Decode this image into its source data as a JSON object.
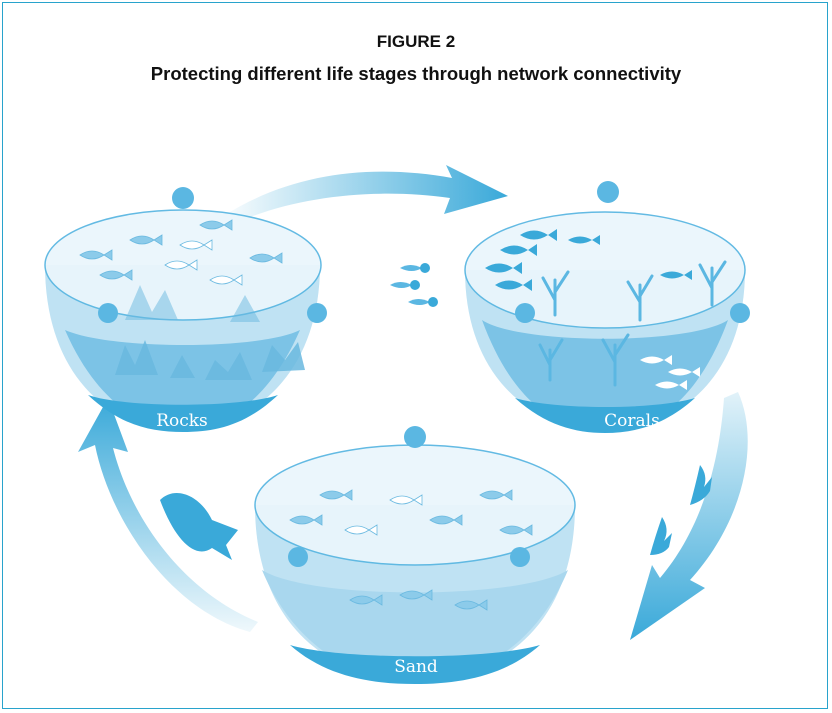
{
  "figure": {
    "label": "FIGURE 2",
    "title": "Protecting different life stages through network connectivity"
  },
  "habitats": [
    {
      "name": "Rocks"
    },
    {
      "name": "Corals"
    },
    {
      "name": "Sand"
    }
  ],
  "colors": {
    "border": "#28a3cc",
    "water_dark": "#3aa9d9",
    "water_mid": "#7cc3e6",
    "water_light": "#bfe2f3",
    "arrow": "#3aa9d9",
    "buoy": "#5bb7e2"
  }
}
